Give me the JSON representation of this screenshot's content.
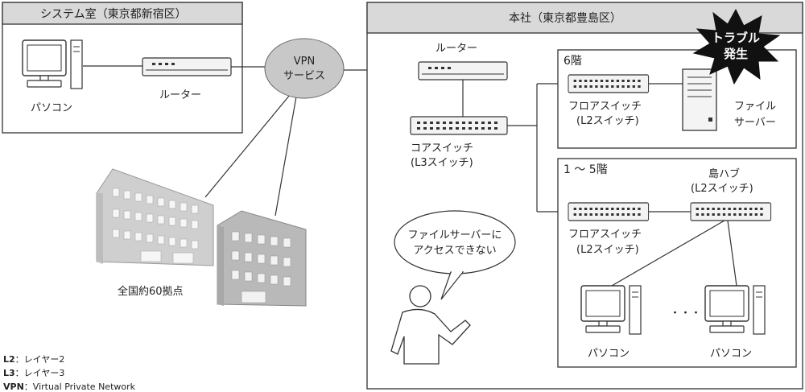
{
  "systems_room": {
    "title": "システム室（東京都新宿区）",
    "pc_label": "パソコン",
    "router_label": "ルーター"
  },
  "vpn": {
    "line1": "VPN",
    "line2": "サービス"
  },
  "branches": {
    "label": "全国約60拠点"
  },
  "hq": {
    "title": "本社（東京都豊島区）",
    "router_label": "ルーター",
    "core_switch": {
      "line1": "コアスイッチ",
      "line2": "(L3スイッチ)"
    },
    "trouble": {
      "line1": "トラブル",
      "line2": "発生"
    },
    "speech": {
      "line1": "ファイルサーバーに",
      "line2": "アクセスできない"
    }
  },
  "floor6": {
    "title": "6階",
    "floor_switch": {
      "line1": "フロアスイッチ",
      "line2": "(L2スイッチ)"
    },
    "server": {
      "line1": "ファイル",
      "line2": "サーバー"
    }
  },
  "floor1to5": {
    "title": "1 ～ 5階",
    "island_hub": {
      "line1": "島ハブ",
      "line2": "(L2スイッチ)"
    },
    "floor_switch": {
      "line1": "フロアスイッチ",
      "line2": "(L2スイッチ)"
    },
    "pc_label_left": "パソコン",
    "pc_label_right": "パソコン",
    "ellipsis": "・・・"
  },
  "legend": [
    {
      "abbr": "L2",
      "desc": "：レイヤー2"
    },
    {
      "abbr": "L3",
      "desc": "：レイヤー3"
    },
    {
      "abbr": "VPN",
      "desc": "：Virtual Private Network"
    }
  ]
}
